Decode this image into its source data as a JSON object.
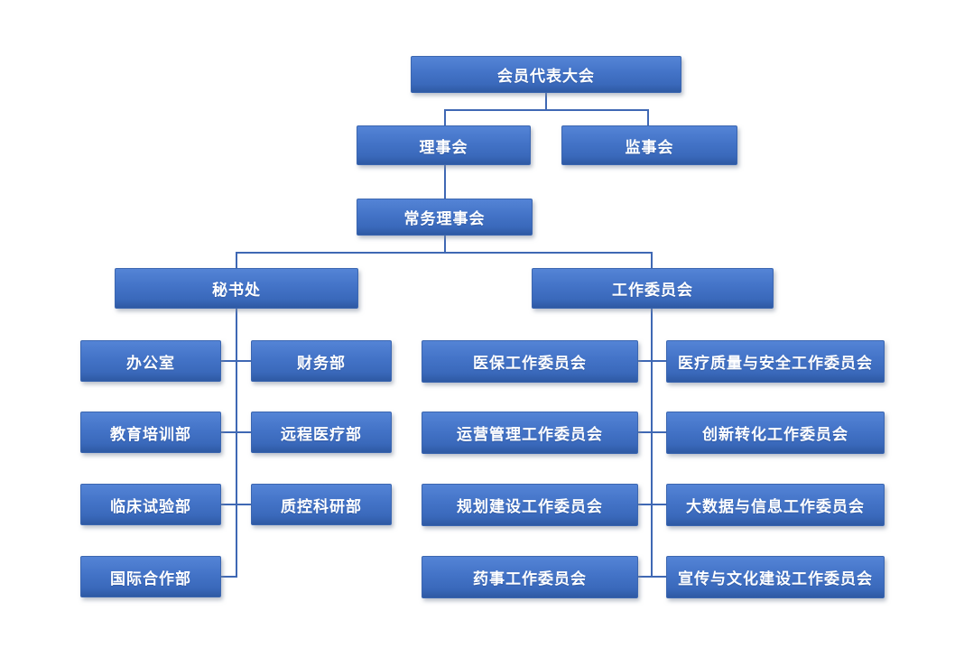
{
  "diagram": {
    "type": "org-chart",
    "background_color": "#ffffff",
    "node_fill_top": "#5484d6",
    "node_fill_bottom": "#2e59a3",
    "node_text_color": "#ffffff",
    "connector_color": "#3f68b4",
    "nodes": {
      "assembly": {
        "label": "会员代表大会"
      },
      "board": {
        "label": "理事会"
      },
      "supervisory_board": {
        "label": "监事会"
      },
      "standing_board": {
        "label": "常务理事会"
      },
      "secretariat": {
        "label": "秘书处"
      },
      "working_committee": {
        "label": "工作委员会"
      },
      "secretariat_departments": [
        {
          "label": "办公室"
        },
        {
          "label": "财务部"
        },
        {
          "label": "教育培训部"
        },
        {
          "label": "远程医疗部"
        },
        {
          "label": "临床试验部"
        },
        {
          "label": "质控科研部"
        },
        {
          "label": "国际合作部"
        }
      ],
      "working_committees": [
        {
          "label": "医保工作委员会"
        },
        {
          "label": "医疗质量与安全工作委员会"
        },
        {
          "label": "运营管理工作委员会"
        },
        {
          "label": "创新转化工作委员会"
        },
        {
          "label": "规划建设工作委员会"
        },
        {
          "label": "大数据与信息工作委员会"
        },
        {
          "label": "药事工作委员会"
        },
        {
          "label": "宣传与文化建设工作委员会"
        }
      ]
    },
    "hierarchy": {
      "root": "会员代表大会",
      "children_of_root": [
        "理事会",
        "监事会"
      ],
      "child_of_board": "常务理事会",
      "children_of_standing_board": [
        "秘书处",
        "工作委员会"
      ]
    }
  }
}
